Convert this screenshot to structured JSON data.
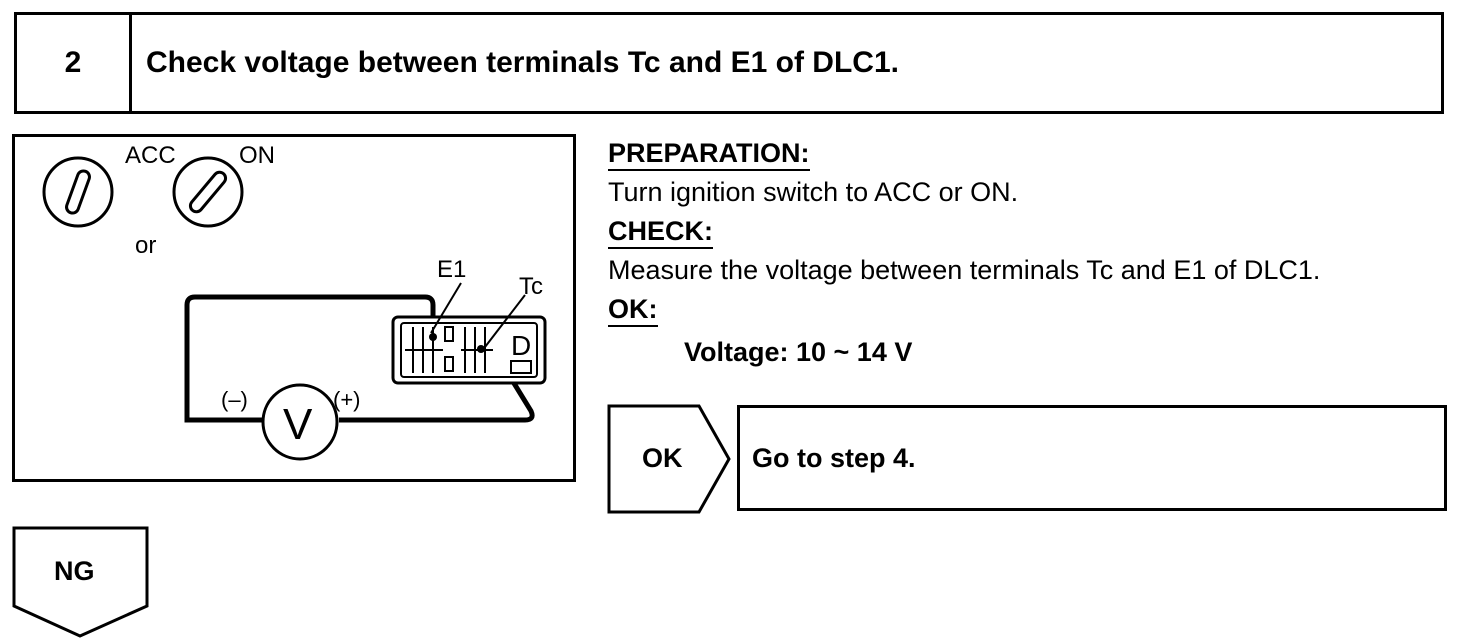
{
  "step": {
    "number": "2",
    "title": "Check voltage between terminals Tc and E1 of DLC1."
  },
  "figure": {
    "acc_label": "ACC",
    "on_label": "ON",
    "or_label": "or",
    "e1_label": "E1",
    "tc_label": "Tc",
    "minus_label": "(–)",
    "plus_label": "(+)",
    "meter_label": "V",
    "connector_letter": "D"
  },
  "instructions": {
    "preparation_heading": "PREPARATION:",
    "preparation_text": "Turn ignition switch to ACC or ON.",
    "check_heading": "CHECK:",
    "check_text": "Measure the voltage between terminals Tc and E1 of DLC1.",
    "ok_heading": "OK:",
    "ok_spec": "Voltage: 10 ~ 14 V"
  },
  "results": {
    "ok_tag": "OK",
    "ok_action": "Go to step 4.",
    "ng_tag": "NG"
  }
}
